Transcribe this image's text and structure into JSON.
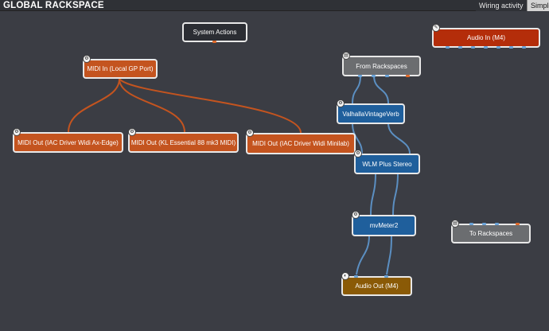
{
  "header": {
    "title": "GLOBAL RACKSPACE",
    "wiring_tab": "Wiring activity",
    "simple_tab": "Simple"
  },
  "colors": {
    "background": "#3b3d44",
    "midi_block": "#c4541f",
    "plugin_block": "#1f5f9c",
    "rackspace_block": "#6b6d70",
    "audio_in_block": "#b42d0a",
    "audio_out_block": "#8a5a06",
    "midi_wire": "#c4541f",
    "audio_wire": "#5b8fc2"
  },
  "blocks": {
    "system_actions": "System Actions",
    "midi_in": "MIDI In (Local GP Port)",
    "midi_out_1": "MIDI Out (IAC Driver Widi Ax-Edge)",
    "midi_out_2": "MIDI Out (KL Essential 88 mk3 MIDI)",
    "midi_out_3": "MIDI Out (IAC Driver Widi Minilab)",
    "audio_in": "Audio In (M4)",
    "from_rackspaces": "From Rackspaces",
    "valhalla": "ValhallaVintageVerb",
    "wlm": "WLM Plus Stereo",
    "mvmeter": "mvMeter2",
    "to_rackspaces": "To Rackspaces",
    "audio_out": "Audio Out (M4)"
  },
  "icons": {
    "plugin_badge": "gear-icon",
    "rackspace_badge": "rackspace-icon",
    "audio_in_badge": "pencil-icon",
    "audio_out_badge": "speaker-icon"
  }
}
